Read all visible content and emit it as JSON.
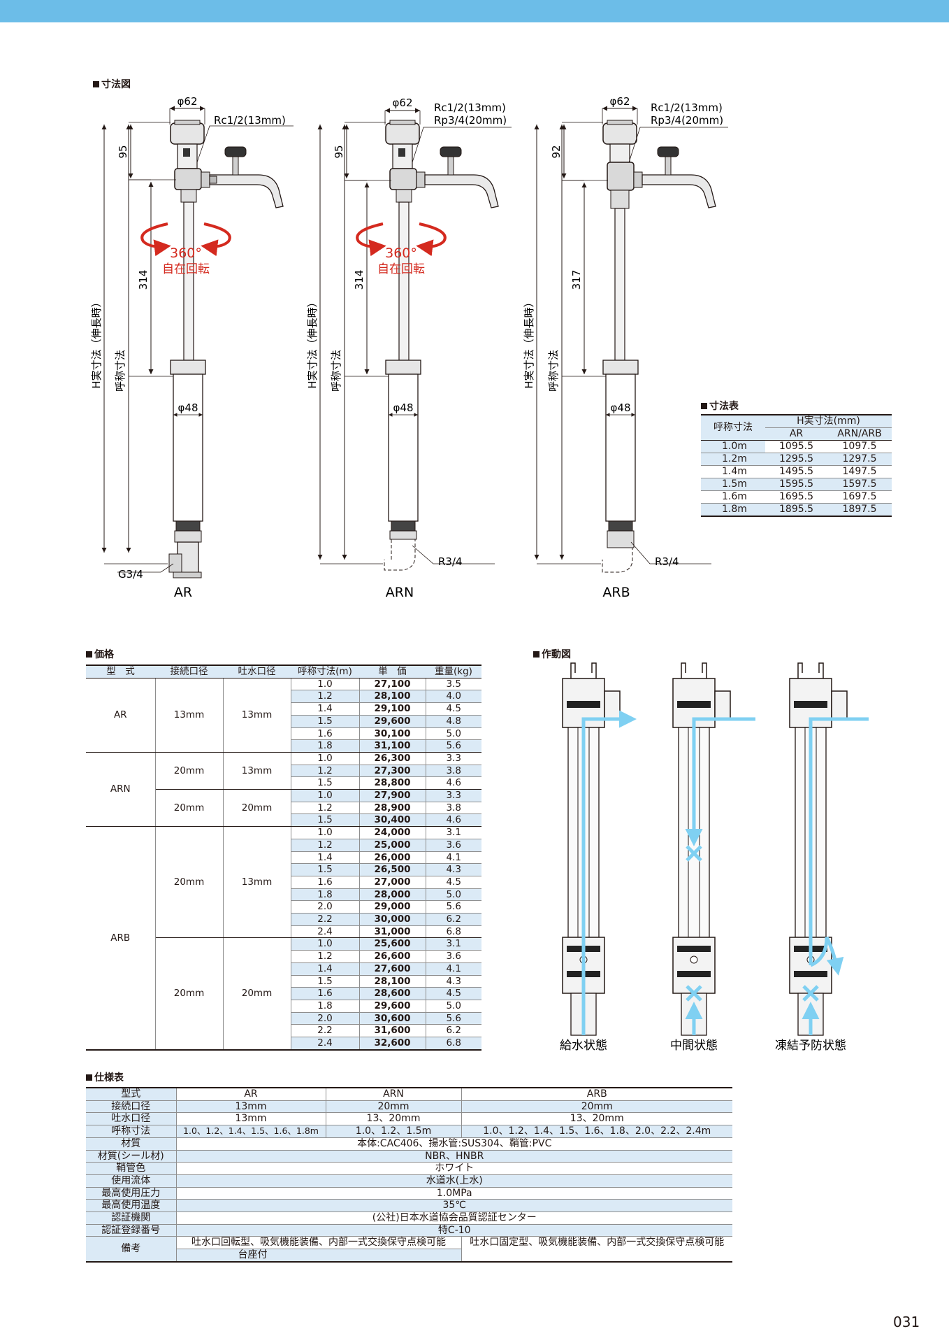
{
  "colors": {
    "accent": "#6cbde8",
    "header_fill": "#dbeaf6",
    "water": "#7fd0f2",
    "red": "#d42a1f"
  },
  "sections": {
    "dimension_drawing": "寸法図",
    "dimension_table": "寸法表",
    "price": "価格",
    "operation": "作動図",
    "spec": "仕様表"
  },
  "drawings": {
    "d62": "φ62",
    "d48": "φ48",
    "ar_port": "Rc1/2(13mm)",
    "arn_port1": "Rc1/2(13mm)",
    "arn_port2": "Rp3/4(20mm)",
    "h_actual": "H実寸法（伸長時）",
    "nominal": "呼称寸法",
    "rot_deg": "360°",
    "rot_text": "自在回転",
    "ar": {
      "name": "AR",
      "top": "95",
      "mid": "314",
      "bottom_thread": "G3/4"
    },
    "arn": {
      "name": "ARN",
      "top": "95",
      "mid": "314",
      "bottom_thread": "R3/4"
    },
    "arb": {
      "name": "ARB",
      "top": "92",
      "mid": "317",
      "bottom_thread": "R3/4"
    }
  },
  "dim_table": {
    "h_nominal": "呼称寸法",
    "h_actual": "H実寸法(mm)",
    "h_ar": "AR",
    "h_arnarb": "ARN/ARB",
    "rows": [
      [
        "1.0m",
        "1095.5",
        "1097.5"
      ],
      [
        "1.2m",
        "1295.5",
        "1297.5"
      ],
      [
        "1.4m",
        "1495.5",
        "1497.5"
      ],
      [
        "1.5m",
        "1595.5",
        "1597.5"
      ],
      [
        "1.6m",
        "1695.5",
        "1697.5"
      ],
      [
        "1.8m",
        "1895.5",
        "1897.5"
      ]
    ]
  },
  "price_table": {
    "headers": [
      "型　式",
      "接続口径",
      "吐水口径",
      "呼称寸法(m)",
      "単　価",
      "重量(kg)"
    ],
    "ar": {
      "model": "AR",
      "conn": "13mm",
      "out": "13mm",
      "rows": [
        [
          "1.0",
          "27,100",
          "3.5"
        ],
        [
          "1.2",
          "28,100",
          "4.0"
        ],
        [
          "1.4",
          "29,100",
          "4.5"
        ],
        [
          "1.5",
          "29,600",
          "4.8"
        ],
        [
          "1.6",
          "30,100",
          "5.0"
        ],
        [
          "1.8",
          "31,100",
          "5.6"
        ]
      ]
    },
    "arn": {
      "model": "ARN",
      "g1": {
        "conn": "20mm",
        "out": "13mm",
        "rows": [
          [
            "1.0",
            "26,300",
            "3.3"
          ],
          [
            "1.2",
            "27,300",
            "3.8"
          ],
          [
            "1.5",
            "28,800",
            "4.6"
          ]
        ]
      },
      "g2": {
        "conn": "20mm",
        "out": "20mm",
        "rows": [
          [
            "1.0",
            "27,900",
            "3.3"
          ],
          [
            "1.2",
            "28,900",
            "3.8"
          ],
          [
            "1.5",
            "30,400",
            "4.6"
          ]
        ]
      }
    },
    "arb": {
      "model": "ARB",
      "g1": {
        "conn": "20mm",
        "out": "13mm",
        "rows": [
          [
            "1.0",
            "24,000",
            "3.1"
          ],
          [
            "1.2",
            "25,000",
            "3.6"
          ],
          [
            "1.4",
            "26,000",
            "4.1"
          ],
          [
            "1.5",
            "26,500",
            "4.3"
          ],
          [
            "1.6",
            "27,000",
            "4.5"
          ],
          [
            "1.8",
            "28,000",
            "5.0"
          ],
          [
            "2.0",
            "29,000",
            "5.6"
          ],
          [
            "2.2",
            "30,000",
            "6.2"
          ],
          [
            "2.4",
            "31,000",
            "6.8"
          ]
        ]
      },
      "g2": {
        "conn": "20mm",
        "out": "20mm",
        "rows": [
          [
            "1.0",
            "25,600",
            "3.1"
          ],
          [
            "1.2",
            "26,600",
            "3.6"
          ],
          [
            "1.4",
            "27,600",
            "4.1"
          ],
          [
            "1.5",
            "28,100",
            "4.3"
          ],
          [
            "1.6",
            "28,600",
            "4.5"
          ],
          [
            "1.8",
            "29,600",
            "5.0"
          ],
          [
            "2.0",
            "30,600",
            "5.6"
          ],
          [
            "2.2",
            "31,600",
            "6.2"
          ],
          [
            "2.4",
            "32,600",
            "6.8"
          ]
        ]
      }
    }
  },
  "operation": {
    "captions": [
      "給水状態",
      "中間状態",
      "凍結予防状態"
    ]
  },
  "spec_table": {
    "model_label": "型式",
    "model_ar": "AR",
    "model_arn": "ARN",
    "model_arb": "ARB",
    "conn_label": "接続口径",
    "conn_ar": "13mm",
    "conn_arn": "20mm",
    "conn_arb": "20mm",
    "out_label": "吐水口径",
    "out_ar": "13mm",
    "out_arn": "13、20mm",
    "out_arb": "13、20mm",
    "nom_label": "呼称寸法",
    "nom_ar": "1.0、1.2、1.4、1.5、1.6、1.8m",
    "nom_arn": "1.0、1.2、1.5m",
    "nom_arb": "1.0、1.2、1.4、1.5、1.6、1.8、2.0、2.2、2.4m",
    "mat_label": "材質",
    "mat_val": "本体:CAC406、揚水管:SUS304、鞘管:PVC",
    "seal_label": "材質(シール材)",
    "seal_val": "NBR、HNBR",
    "color_label": "鞘管色",
    "color_val": "ホワイト",
    "fluid_label": "使用流体",
    "fluid_val": "水道水(上水)",
    "press_label": "最高使用圧力",
    "press_val": "1.0MPa",
    "temp_label": "最高使用温度",
    "temp_val": "35℃",
    "cert_label": "認証機関",
    "cert_val": "(公社)日本水道協会品質認証センター",
    "reg_label": "認証登録番号",
    "reg_val": "特C-10",
    "note_label": "備考",
    "note_left": "吐水口回転型、吸気機能装備、内部一式交換保守点検可能",
    "note_right": "吐水口固定型、吸気機能装備、内部一式交換保守点検可能",
    "note_left2": "台座付"
  },
  "page_number": "031"
}
